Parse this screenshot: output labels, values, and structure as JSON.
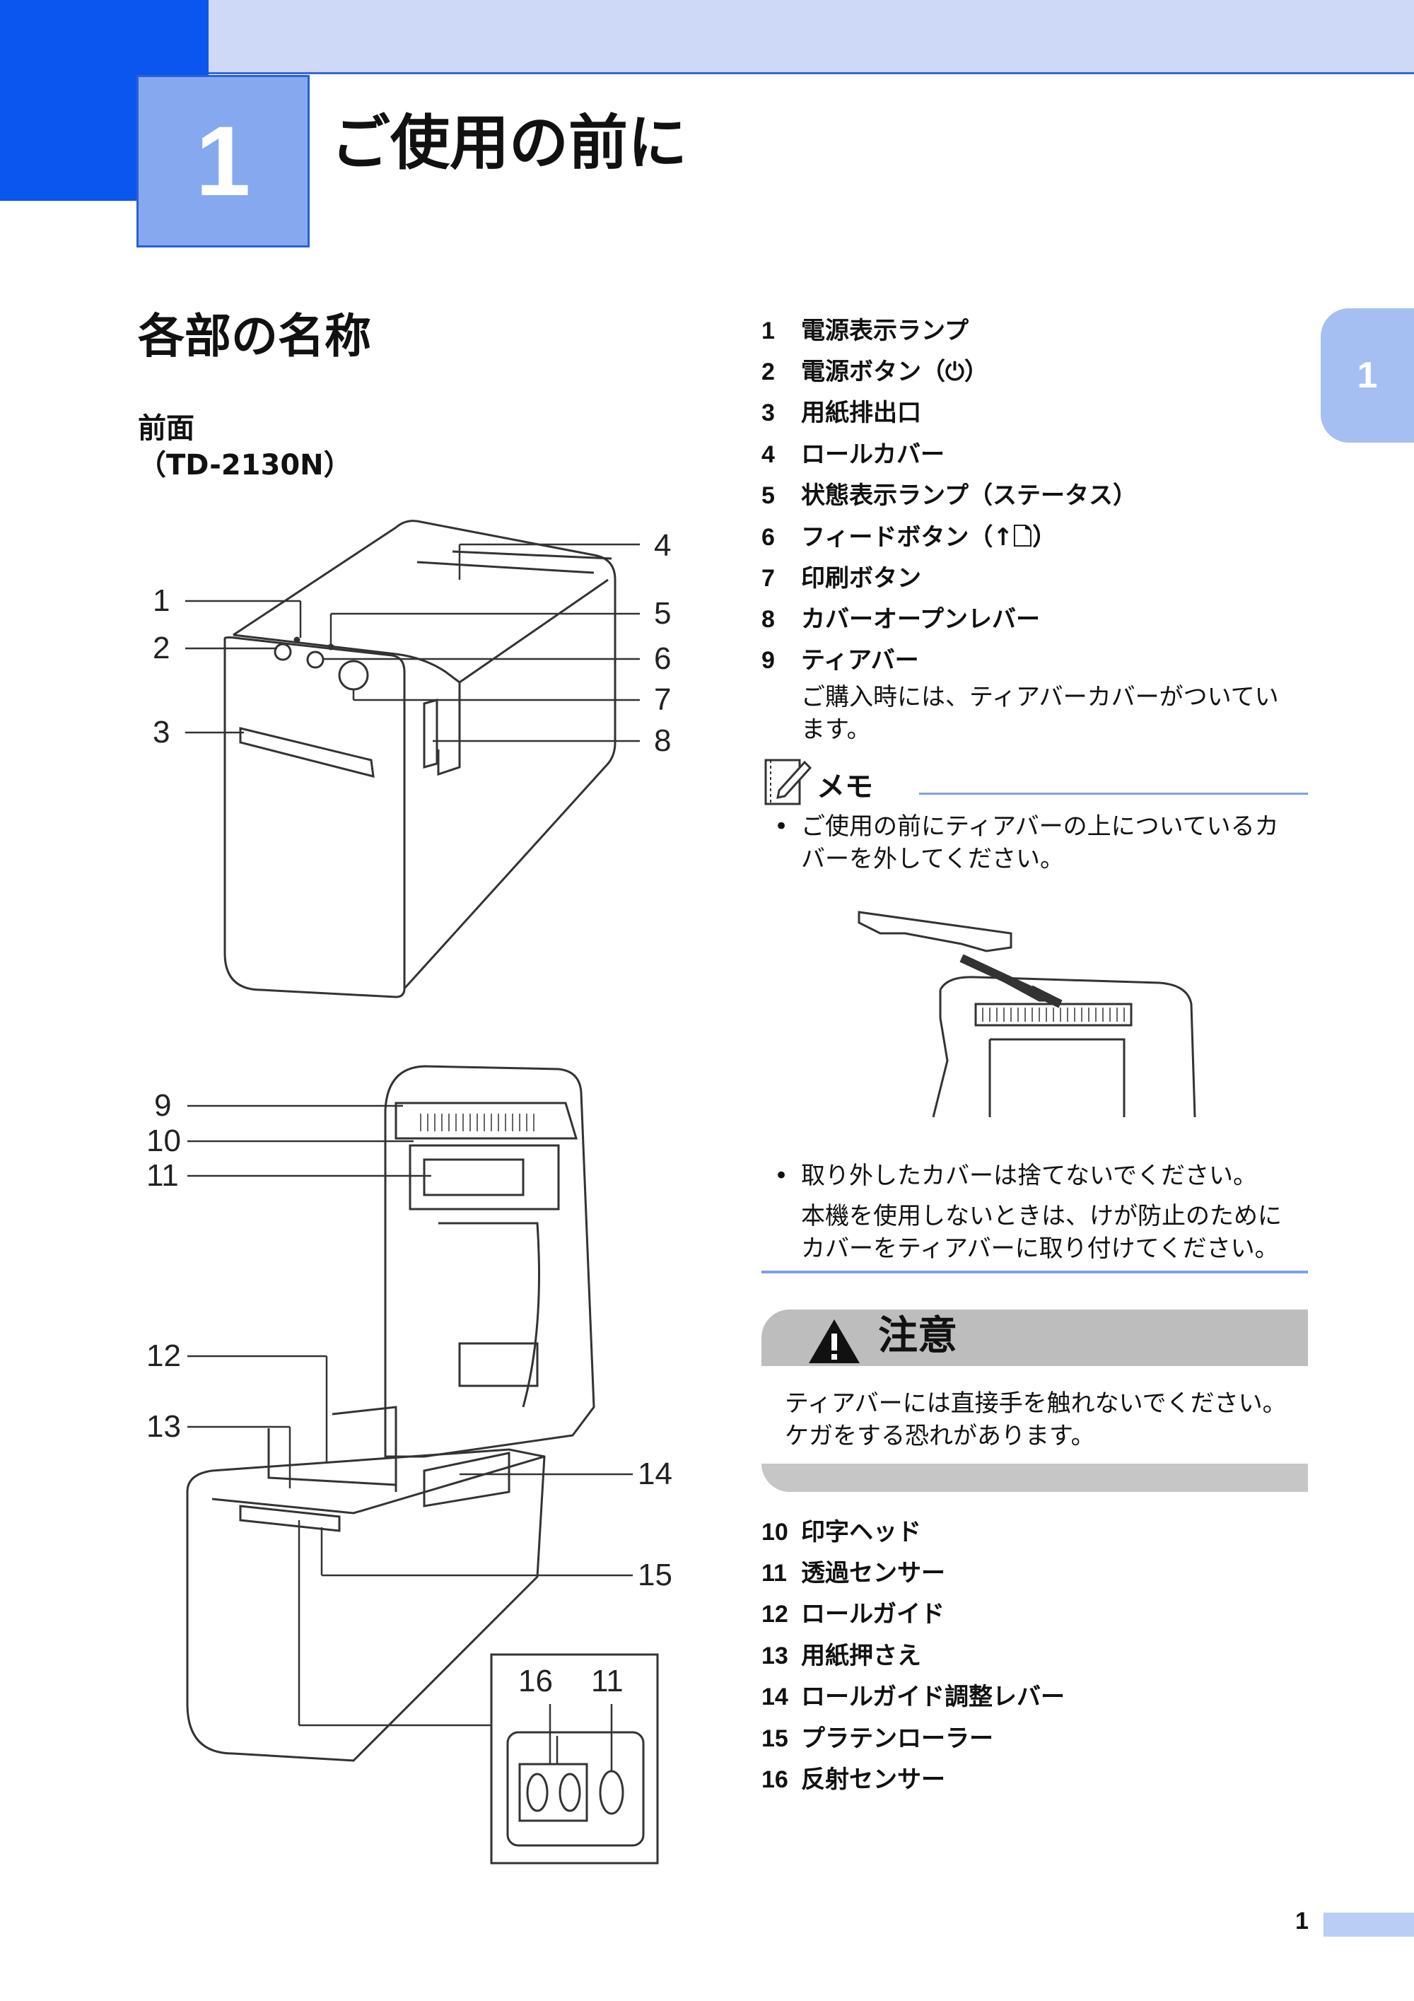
{
  "chapter": {
    "number": "1",
    "title": "ご使用の前に"
  },
  "side_tab": "1",
  "section_title": "各部の名称",
  "subsection": {
    "line1": "前面",
    "line2": "（TD-2130N）"
  },
  "diagram_front_labels": [
    "1",
    "2",
    "3",
    "4",
    "5",
    "6",
    "7",
    "8"
  ],
  "diagram_open_labels": [
    "9",
    "10",
    "11",
    "12",
    "13",
    "14",
    "15"
  ],
  "inset_labels": [
    "16",
    "11"
  ],
  "parts_a": [
    {
      "n": "1",
      "label": "電源表示ランプ"
    },
    {
      "n": "2",
      "label": "電源ボタン（⏻）"
    },
    {
      "n": "3",
      "label": "用紙排出口"
    },
    {
      "n": "4",
      "label": "ロールカバー"
    },
    {
      "n": "5",
      "label": "状態表示ランプ（ステータス）"
    },
    {
      "n": "6",
      "label": "フィードボタン（↑🗋）"
    },
    {
      "n": "7",
      "label": "印刷ボタン"
    },
    {
      "n": "8",
      "label": "カバーオープンレバー"
    },
    {
      "n": "9",
      "label": "ティアバー"
    }
  ],
  "tearbar_note": [
    "ご購入時には、ティアバーカバーがついてい",
    "ます。"
  ],
  "memo": {
    "label": "メモ",
    "bullet1": [
      "ご使用の前にティアバーの上についているカ",
      "バーを外してください。"
    ],
    "bullet2": "取り外したカバーは捨てないでください。",
    "bullet2_sub": [
      "本機を使用しないときは、けが防止のために",
      "カバーをティアバーに取り付けてください。"
    ]
  },
  "caution": {
    "label": "注意",
    "text": [
      "ティアバーには直接手を触れないでください。",
      "ケガをする恐れがあります。"
    ]
  },
  "parts_b": [
    {
      "n": "10",
      "label": "印字ヘッド"
    },
    {
      "n": "11",
      "label": "透過センサー"
    },
    {
      "n": "12",
      "label": "ロールガイド"
    },
    {
      "n": "13",
      "label": "用紙押さえ"
    },
    {
      "n": "14",
      "label": "ロールガイド調整レバー"
    },
    {
      "n": "15",
      "label": "プラテンローラー"
    },
    {
      "n": "16",
      "label": "反射センサー"
    }
  ],
  "page_number": "1"
}
